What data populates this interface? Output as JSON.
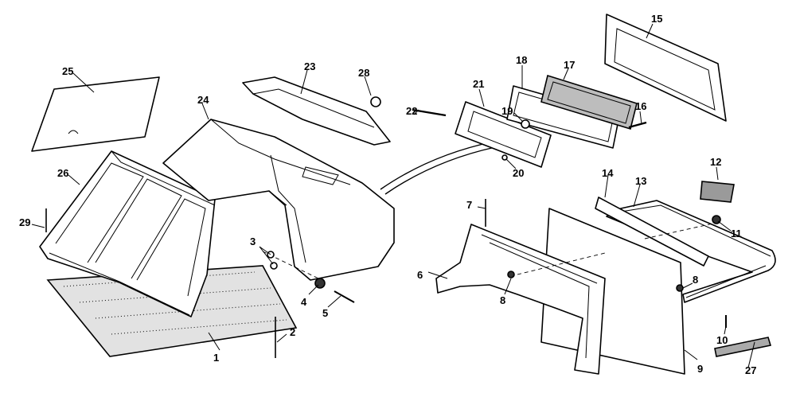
{
  "diagram": {
    "callouts": [
      {
        "id": "c1",
        "label": "1"
      },
      {
        "id": "c2",
        "label": "2"
      },
      {
        "id": "c3",
        "label": "3"
      },
      {
        "id": "c4",
        "label": "4"
      },
      {
        "id": "c5",
        "label": "5"
      },
      {
        "id": "c6",
        "label": "6"
      },
      {
        "id": "c7",
        "label": "7"
      },
      {
        "id": "c8a",
        "label": "8"
      },
      {
        "id": "c8b",
        "label": "8"
      },
      {
        "id": "c9",
        "label": "9"
      },
      {
        "id": "c10",
        "label": "10"
      },
      {
        "id": "c11",
        "label": "11"
      },
      {
        "id": "c12",
        "label": "12"
      },
      {
        "id": "c13",
        "label": "13"
      },
      {
        "id": "c14",
        "label": "14"
      },
      {
        "id": "c15",
        "label": "15"
      },
      {
        "id": "c16",
        "label": "16"
      },
      {
        "id": "c17",
        "label": "17"
      },
      {
        "id": "c18",
        "label": "18"
      },
      {
        "id": "c19",
        "label": "19"
      },
      {
        "id": "c20",
        "label": "20"
      },
      {
        "id": "c21",
        "label": "21"
      },
      {
        "id": "c22",
        "label": "22"
      },
      {
        "id": "c23",
        "label": "23"
      },
      {
        "id": "c24",
        "label": "24"
      },
      {
        "id": "c25",
        "label": "25"
      },
      {
        "id": "c26",
        "label": "26"
      },
      {
        "id": "c27",
        "label": "27"
      },
      {
        "id": "c28",
        "label": "28"
      },
      {
        "id": "c29",
        "label": "29"
      }
    ]
  }
}
